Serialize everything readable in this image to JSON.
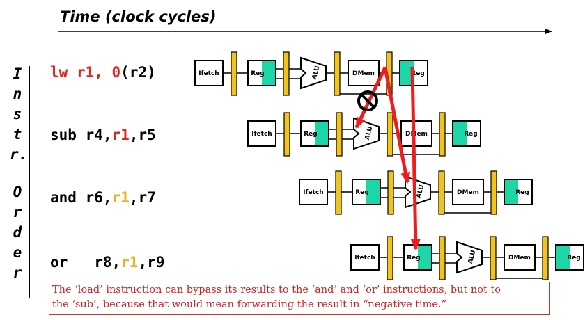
{
  "header": {
    "axis_label": "Time (clock cycles)"
  },
  "side_label": {
    "letters": [
      "I",
      "n",
      "s",
      "t",
      "r.",
      "O",
      "r",
      "d",
      "e",
      "r"
    ]
  },
  "instructions": [
    {
      "parts": [
        {
          "text": "lw r1, 0",
          "color": "#e8231e"
        },
        {
          "text": "(r2)",
          "color": "#000000"
        }
      ]
    },
    {
      "parts": [
        {
          "text": "sub r4,",
          "color": "#000000"
        },
        {
          "text": "r1",
          "color": "#e8231e"
        },
        {
          "text": ",r5",
          "color": "#000000"
        }
      ]
    },
    {
      "parts": [
        {
          "text": "and r6,",
          "color": "#000000"
        },
        {
          "text": "r1",
          "color": "#f2b01e"
        },
        {
          "text": ",r7",
          "color": "#000000"
        }
      ]
    },
    {
      "parts": [
        {
          "text": "or   r8,",
          "color": "#000000"
        },
        {
          "text": "r1",
          "color": "#f2b01e"
        },
        {
          "text": ",r9",
          "color": "#000000"
        }
      ]
    }
  ],
  "stages": {
    "ifetch": "Ifetch",
    "reg": "Reg",
    "alu": "ALU",
    "dmem": "DMem"
  },
  "note": {
    "line1": "The ‘load’ instruction can bypass its results to the ‘and’ and ‘or’ instructions, but not to",
    "line2": "the ‘sub’, because that would mean forwarding the result in “negative time.”"
  },
  "colors": {
    "pipeline_latch": "#f2c31b",
    "register_fill": "#1dd6a8",
    "arrow": "#ee1c1c",
    "text_red": "#e8231e",
    "text_yellow": "#f2b01e"
  }
}
